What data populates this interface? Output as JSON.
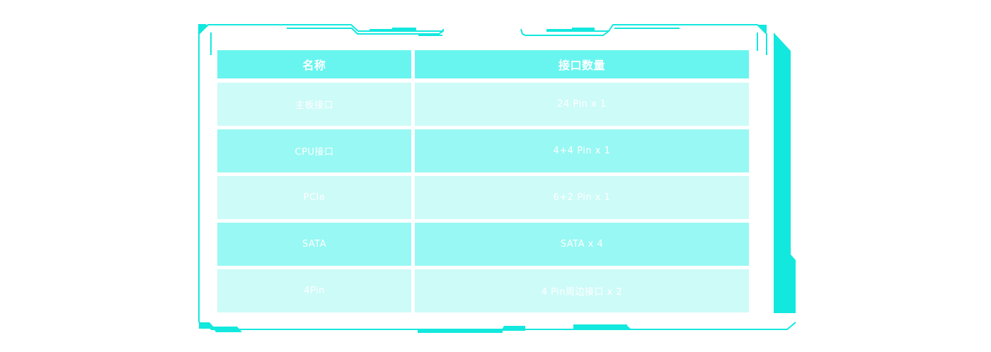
{
  "colors": {
    "frame": "#13e8de",
    "header_bg": "#69f5ef",
    "row_light": "#cdfbf8",
    "row_mid": "#98f8f3",
    "text": "#ffffff"
  },
  "table": {
    "headers": [
      "名称",
      "接口数量"
    ],
    "rows": [
      {
        "name": "主板接口",
        "count": "24 Pin x 1"
      },
      {
        "name": "CPU接口",
        "count": "4+4 Pin x 1"
      },
      {
        "name": "PCIe",
        "count": "6+2 Pin x 1"
      },
      {
        "name": "SATA",
        "count": "SATA x 4"
      },
      {
        "name": "4Pin",
        "count": "4 Pin周边接口 x 2"
      }
    ]
  }
}
